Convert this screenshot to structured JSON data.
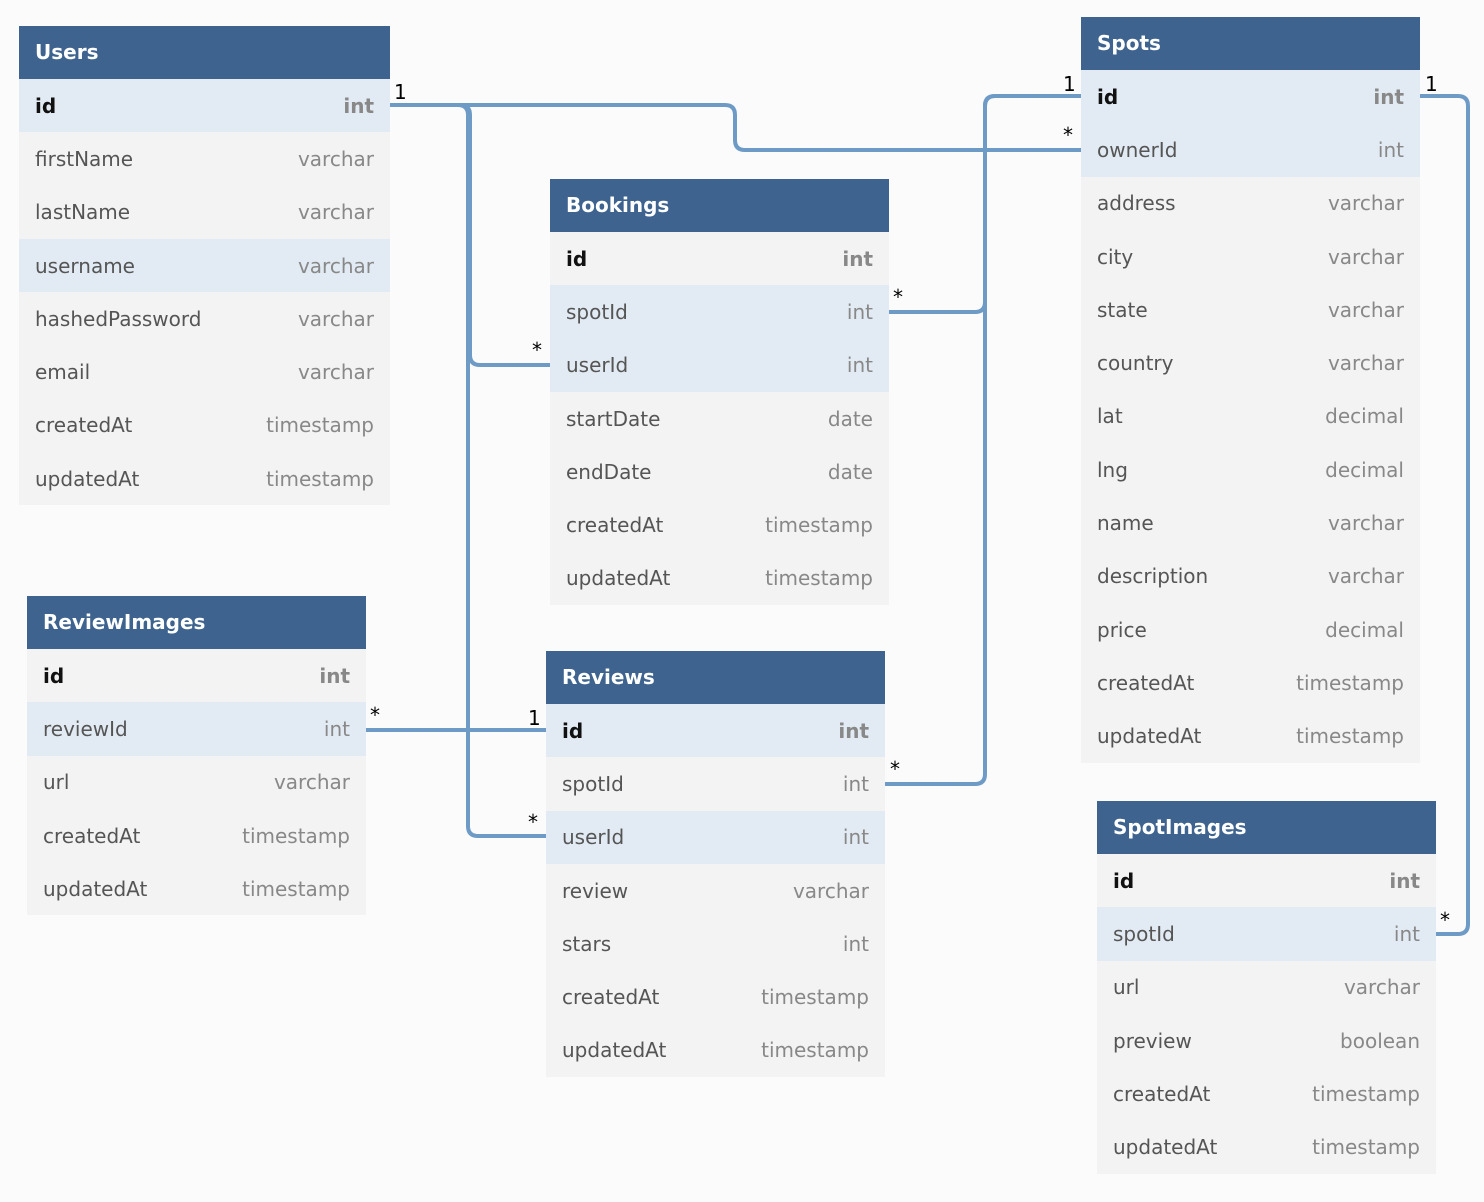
{
  "tables": {
    "users": {
      "name": "Users",
      "columns": [
        {
          "name": "id",
          "type": "int"
        },
        {
          "name": "firstName",
          "type": "varchar"
        },
        {
          "name": "lastName",
          "type": "varchar"
        },
        {
          "name": "username",
          "type": "varchar"
        },
        {
          "name": "hashedPassword",
          "type": "varchar"
        },
        {
          "name": "email",
          "type": "varchar"
        },
        {
          "name": "createdAt",
          "type": "timestamp"
        },
        {
          "name": "updatedAt",
          "type": "timestamp"
        }
      ]
    },
    "bookings": {
      "name": "Bookings",
      "columns": [
        {
          "name": "id",
          "type": "int"
        },
        {
          "name": "spotId",
          "type": "int"
        },
        {
          "name": "userId",
          "type": "int"
        },
        {
          "name": "startDate",
          "type": "date"
        },
        {
          "name": "endDate",
          "type": "date"
        },
        {
          "name": "createdAt",
          "type": "timestamp"
        },
        {
          "name": "updatedAt",
          "type": "timestamp"
        }
      ]
    },
    "spots": {
      "name": "Spots",
      "columns": [
        {
          "name": "id",
          "type": "int"
        },
        {
          "name": "ownerId",
          "type": "int"
        },
        {
          "name": "address",
          "type": "varchar"
        },
        {
          "name": "city",
          "type": "varchar"
        },
        {
          "name": "state",
          "type": "varchar"
        },
        {
          "name": "country",
          "type": "varchar"
        },
        {
          "name": "lat",
          "type": "decimal"
        },
        {
          "name": "lng",
          "type": "decimal"
        },
        {
          "name": "name",
          "type": "varchar"
        },
        {
          "name": "description",
          "type": "varchar"
        },
        {
          "name": "price",
          "type": "decimal"
        },
        {
          "name": "createdAt",
          "type": "timestamp"
        },
        {
          "name": "updatedAt",
          "type": "timestamp"
        }
      ]
    },
    "reviewImages": {
      "name": "ReviewImages",
      "columns": [
        {
          "name": "id",
          "type": "int"
        },
        {
          "name": "reviewId",
          "type": "int"
        },
        {
          "name": "url",
          "type": "varchar"
        },
        {
          "name": "createdAt",
          "type": "timestamp"
        },
        {
          "name": "updatedAt",
          "type": "timestamp"
        }
      ]
    },
    "reviews": {
      "name": "Reviews",
      "columns": [
        {
          "name": "id",
          "type": "int"
        },
        {
          "name": "spotId",
          "type": "int"
        },
        {
          "name": "userId",
          "type": "int"
        },
        {
          "name": "review",
          "type": "varchar"
        },
        {
          "name": "stars",
          "type": "int"
        },
        {
          "name": "createdAt",
          "type": "timestamp"
        },
        {
          "name": "updatedAt",
          "type": "timestamp"
        }
      ]
    },
    "spotImages": {
      "name": "SpotImages",
      "columns": [
        {
          "name": "id",
          "type": "int"
        },
        {
          "name": "spotId",
          "type": "int"
        },
        {
          "name": "url",
          "type": "varchar"
        },
        {
          "name": "preview",
          "type": "boolean"
        },
        {
          "name": "createdAt",
          "type": "timestamp"
        },
        {
          "name": "updatedAt",
          "type": "timestamp"
        }
      ]
    }
  },
  "cardinality": {
    "one": "1",
    "many": "*"
  },
  "colors": {
    "header": "#3e638f",
    "connector": "#6e9ac6",
    "highlight_row": "#e2ebf3",
    "row": "#f3f3f3"
  }
}
